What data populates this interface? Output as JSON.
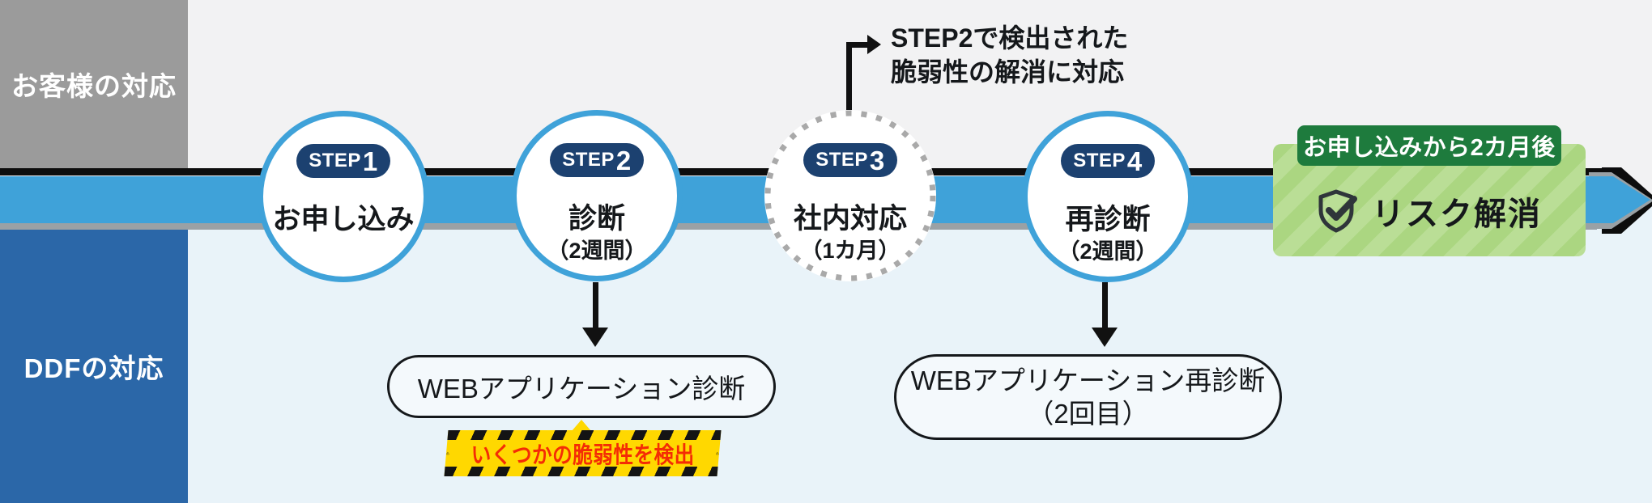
{
  "lanes": {
    "top": {
      "label": "お客様の対応"
    },
    "bottom": {
      "label": "DDFの対応"
    }
  },
  "steps": [
    {
      "badge_prefix": "STEP",
      "badge_num": "1",
      "title": "お申し込み",
      "subtitle": ""
    },
    {
      "badge_prefix": "STEP",
      "badge_num": "2",
      "title": "診断",
      "subtitle": "（2週間）"
    },
    {
      "badge_prefix": "STEP",
      "badge_num": "3",
      "title": "社内対応",
      "subtitle": "（1カ月）"
    },
    {
      "badge_prefix": "STEP",
      "badge_num": "4",
      "title": "再診断",
      "subtitle": "（2週間）"
    }
  ],
  "annotation": {
    "line1": "STEP2で検出された",
    "line2": "脆弱性の解消に対応"
  },
  "goal": {
    "badge_label": "お申し込みから2カ月後",
    "label": "リスク解消",
    "icon": "shield-check-icon"
  },
  "detail_boxes": [
    {
      "line1": "WEBアプリケーション診断",
      "line2": ""
    },
    {
      "line1": "WEBアプリケーション再診断",
      "line2": "（2回目）"
    }
  ],
  "alert": {
    "text": "いくつかの脆弱性を検出",
    "icon": "warning-icon"
  },
  "colors": {
    "bar_blue": "#3FA2D9",
    "badge_navy": "#1C4170",
    "lane_gray": "#9B9B9B",
    "lane_blue": "#2B67A8",
    "green_dark": "#1E7B3D",
    "green_light": "#ABD681",
    "alert_yellow": "#FFD800",
    "alert_red": "#F42C05",
    "bg_top": "#F2F2F3",
    "bg_bottom": "#E9F3F9",
    "shadow_gray": "#9AA1A5",
    "line_black": "#0D0D0D"
  }
}
